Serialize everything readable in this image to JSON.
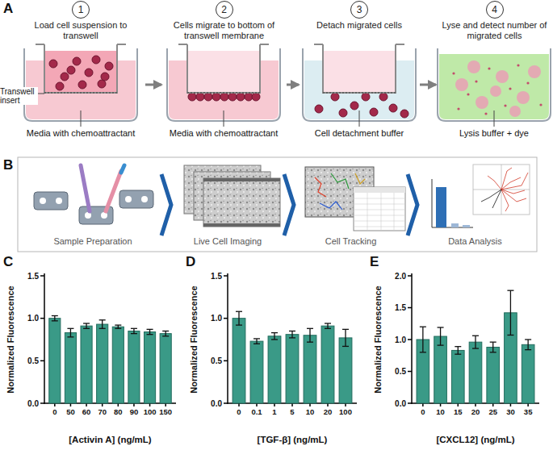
{
  "diagram": {
    "nodes": [
      {
        "text": [
          "Load cell suspension to transwell"
        ]
      },
      {
        "text": [
          "1"
        ],
        "in": 0
      },
      {
        "text": [
          "Cells migrate to bottom of transwell membrane"
        ]
      },
      {
        "text": [
          "2"
        ],
        "in": 2
      },
      {
        "text": [
          "Detach migrated cells"
        ]
      },
      {
        "text": [
          "3"
        ],
        "in": 4
      },
      {
        "text": [
          "Lyse and detect number of migrated cells"
        ]
      },
      {
        "text": [
          "4"
        ],
        "in": 6
      },
      {
        "text": [
          "Sample Preparation"
        ]
      },
      {
        "text": [
          "Live Cell Imaging"
        ]
      },
      {
        "text": [
          "Cell Tracking"
        ]
      },
      {
        "text": [
          "Data Analysis"
        ]
      }
    ],
    "edges": [
      {
        "from": 0,
        "to": 2,
        "arrow": "to"
      },
      {
        "from": 2,
        "to": 4,
        "arrow": "to"
      },
      {
        "from": 4,
        "to": 6,
        "arrow": "to"
      },
      {
        "from": 8,
        "to": 9,
        "arrow": "to"
      },
      {
        "from": 9,
        "to": 10,
        "arrow": "to"
      },
      {
        "from": 10,
        "to": 11,
        "arrow": "to"
      }
    ],
    "labels": [
      "A",
      "Transwell insert",
      "Media with chemoattractant",
      "Media with chemoattractant",
      "Cell detachment buffer",
      "Lysis buffer + dye",
      "B",
      "C",
      "D",
      "E",
      "Normalized Fluorescence",
      "0.0",
      "0.5",
      "1.0",
      "1.5",
      "0",
      "50",
      "60",
      "70",
      "80",
      "90",
      "100",
      "150",
      "[Activin A] (ng/mL)",
      "Normalized Fluorescence",
      "0.0",
      "0.5",
      "1.0",
      "1.5",
      "0",
      "0.1",
      "1",
      "5",
      "10",
      "20",
      "100",
      "[TGF-β] (ng/mL)",
      "Normalized Fluorescence",
      "0.0",
      "0.5",
      "1.0",
      "1.5",
      "2.0",
      "0",
      "10",
      "15",
      "20",
      "25",
      "30",
      "35",
      "[CXCL12] (ng/mL)"
    ]
  }
}
